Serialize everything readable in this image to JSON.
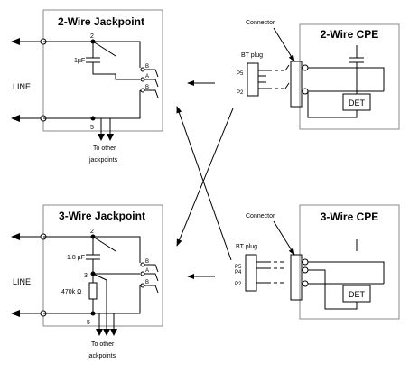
{
  "top": {
    "jackpoint_title": "2-Wire Jackpoint",
    "cpe_title": "2-Wire CPE",
    "line_label": "LINE",
    "capacitor_label": "1µF",
    "node_top": "2",
    "node_bottom": "5",
    "to_other_1": "To other",
    "to_other_2": "jackpoints",
    "connector_label": "Connector",
    "plug_label": "BT plug",
    "pin_a": "P5",
    "pin_b": "P2",
    "det_label": "DET",
    "switch_labels": [
      "B",
      "A",
      "B"
    ]
  },
  "bottom": {
    "jackpoint_title": "3-Wire Jackpoint",
    "cpe_title": "3-Wire CPE",
    "line_label": "LINE",
    "capacitor_label": "1.8 µF",
    "resistor_label": "470k Ω",
    "node_top": "2",
    "node_mid": "3",
    "node_bottom": "5",
    "to_other_1": "To other",
    "to_other_2": "jackpoints",
    "connector_label": "Connector",
    "plug_label": "BT plug",
    "pin_a": "P5",
    "pin_b": "P4",
    "pin_c": "P2",
    "det_label": "DET",
    "switch_labels": [
      "B",
      "A",
      "B"
    ]
  }
}
